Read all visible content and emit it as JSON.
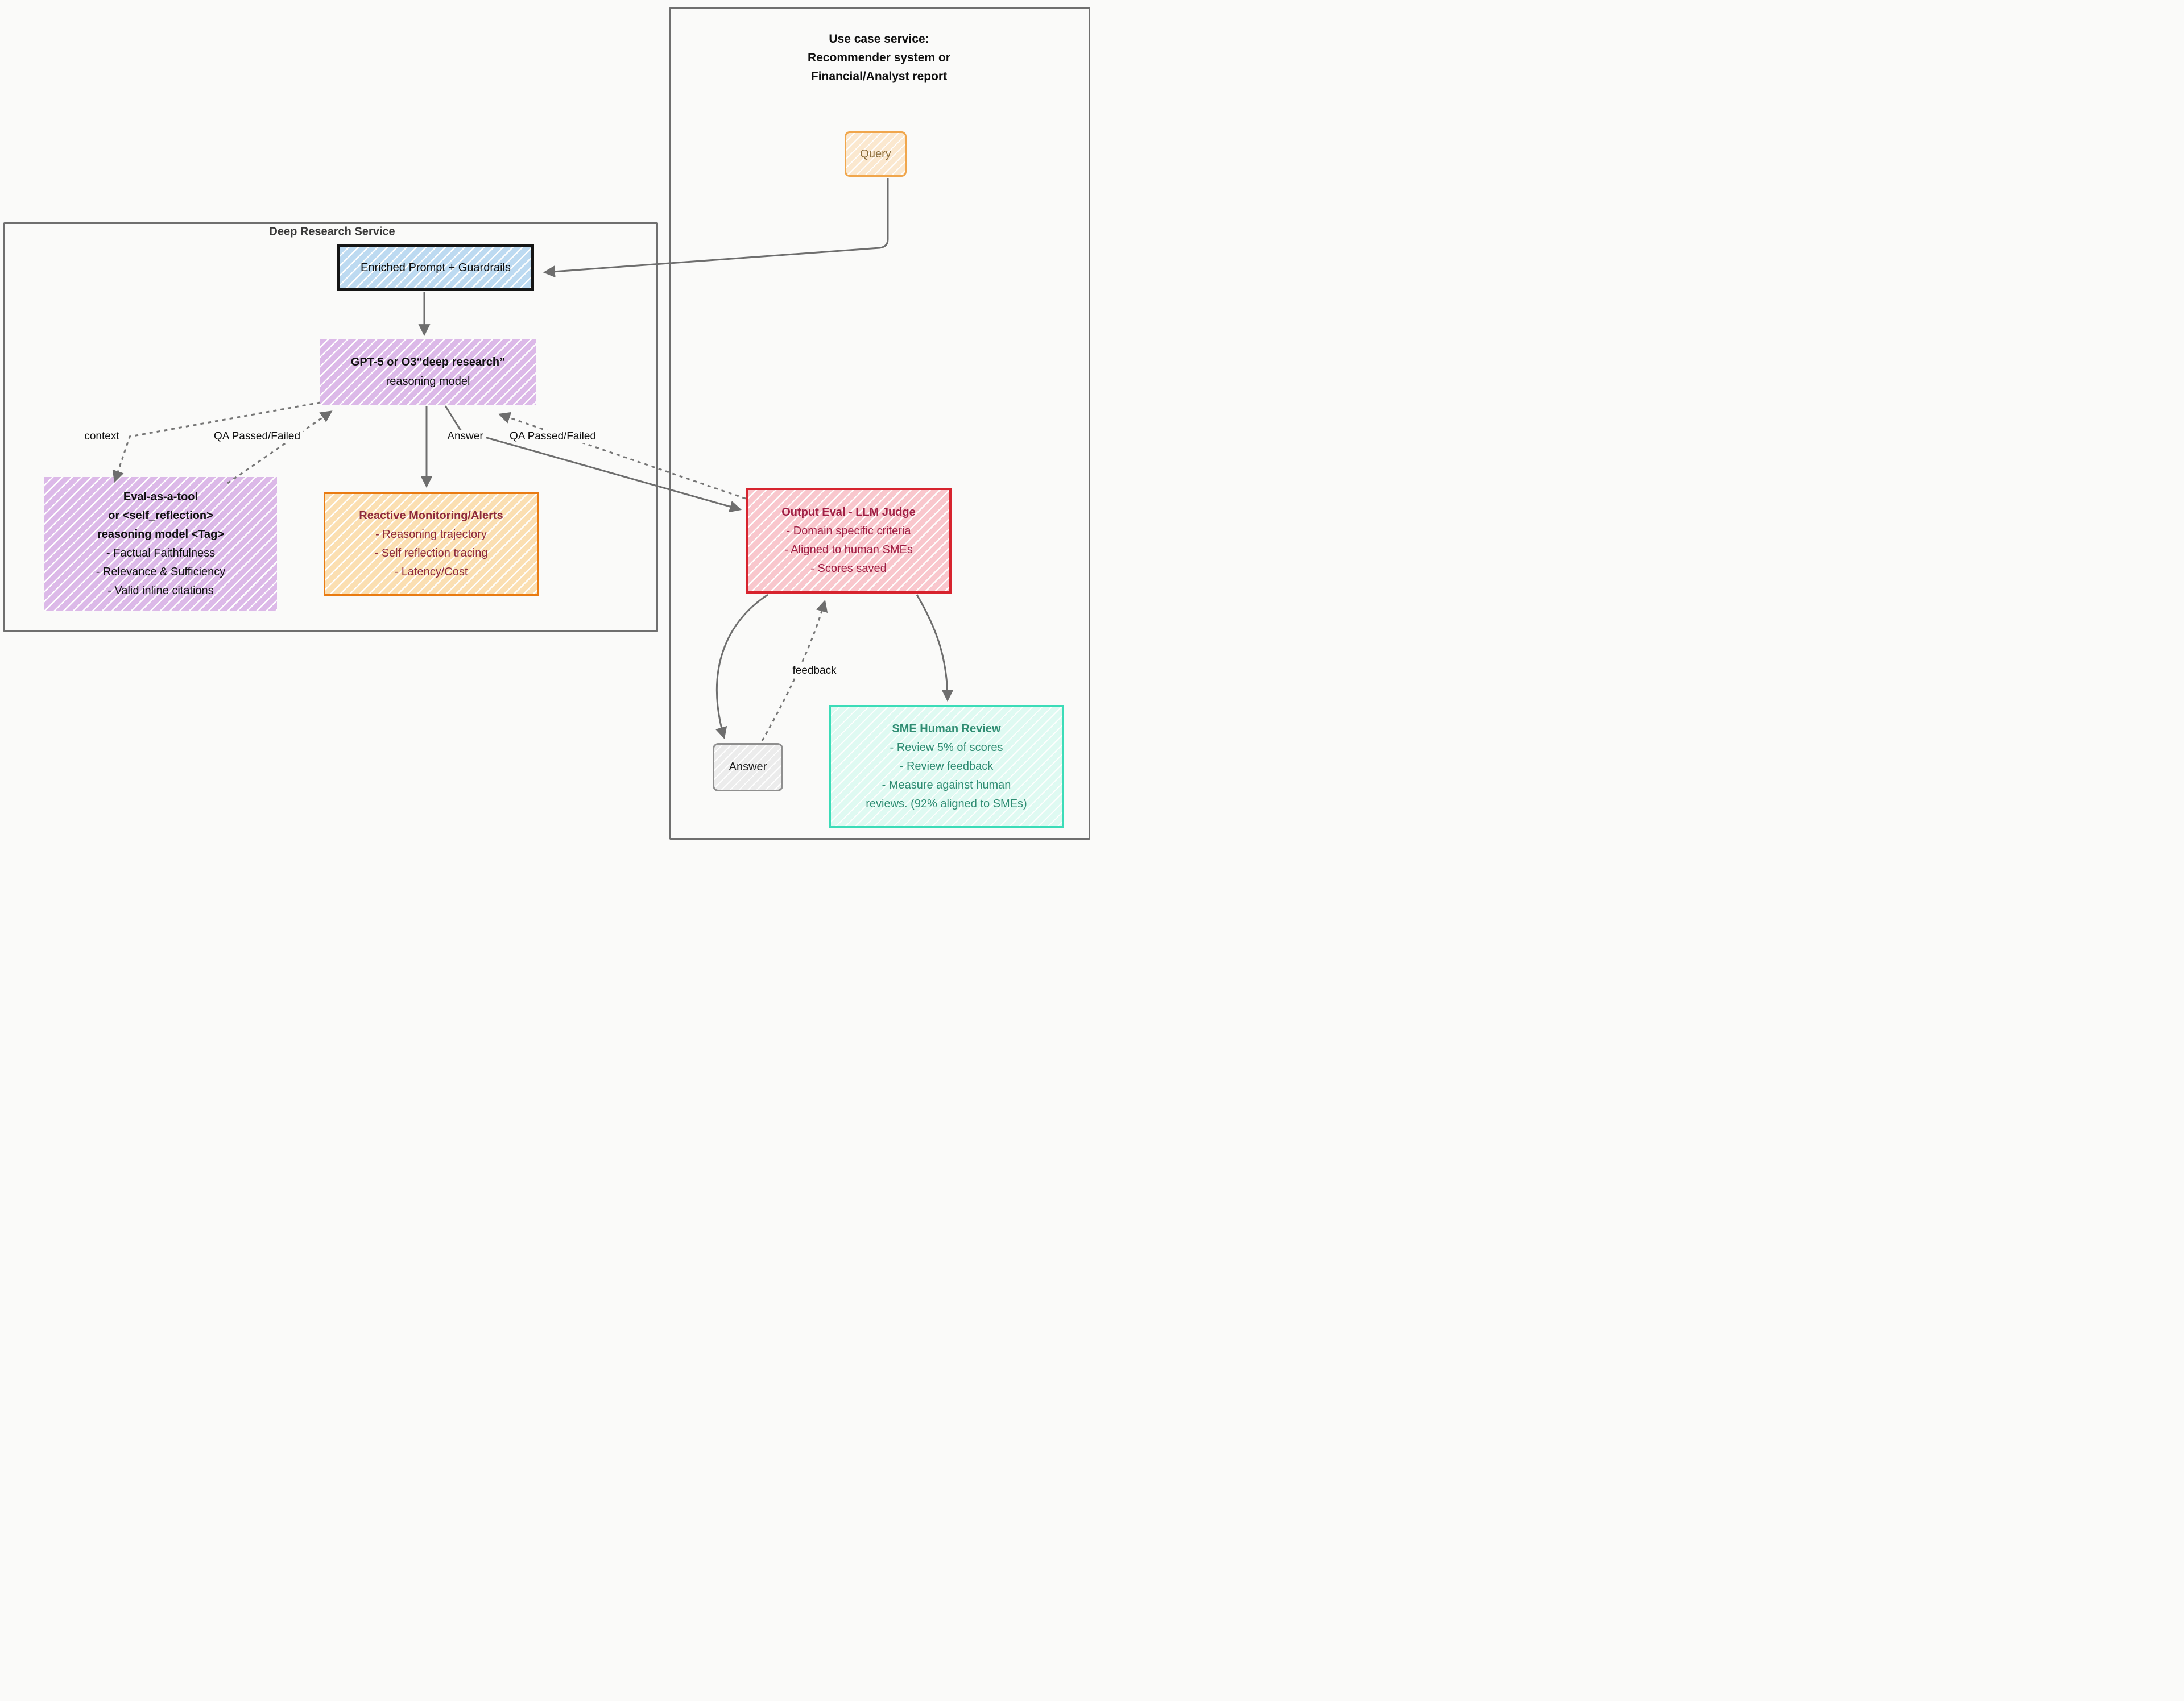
{
  "diagram": {
    "use_case_container": {
      "title_lines": [
        "Use case service:",
        "Recommender system or",
        "Financial/Analyst report"
      ]
    },
    "deep_research_container": {
      "title": "Deep Research Service"
    },
    "nodes": {
      "query": {
        "label": "Query"
      },
      "enriched_prompt": {
        "label": "Enriched Prompt + Guardrails"
      },
      "reasoning_model": {
        "title": "GPT-5 or O3“deep research”",
        "subtitle": "reasoning model"
      },
      "eval_as_a_tool": {
        "title_lines": [
          "Eval-as-a-tool",
          "or <self_reflection>",
          "reasoning model <Tag>"
        ],
        "items": [
          "- Factual Faithfulness",
          "- Relevance & Sufficiency",
          "- Valid inline citations"
        ]
      },
      "reactive_monitoring": {
        "title": "Reactive Monitoring/Alerts",
        "items": [
          "- Reasoning trajectory",
          "- Self reflection tracing",
          "- Latency/Cost"
        ]
      },
      "output_eval": {
        "title": "Output Eval - LLM Judge",
        "items": [
          "- Domain specific criteria",
          "- Aligned to human SMEs",
          "- Scores saved"
        ]
      },
      "answer": {
        "label": "Answer"
      },
      "sme_human_review": {
        "title": "SME Human Review",
        "items": [
          "- Review 5% of scores",
          "- Review feedback",
          "- Measure against human",
          "reviews. (92% aligned to SMEs)"
        ]
      }
    },
    "edge_labels": {
      "context": "context",
      "qa_passed_failed_left": "QA Passed/Failed",
      "answer": "Answer",
      "qa_passed_failed_right": "QA Passed/Failed",
      "feedback": "feedback"
    },
    "colors": {
      "query_border": "#f0a64c",
      "enriched_fill": "#bddaf1",
      "model_fill": "#dcb9e8",
      "reactive_border": "#e97b12",
      "reactive_text": "#8e2b3c",
      "output_eval_border": "#d7232e",
      "output_eval_fill": "#f9c7cd",
      "output_eval_text": "#a02045",
      "sme_border": "#3bdcb8",
      "sme_text": "#2f8c72",
      "arrow_gray": "#6e6e6e"
    }
  }
}
